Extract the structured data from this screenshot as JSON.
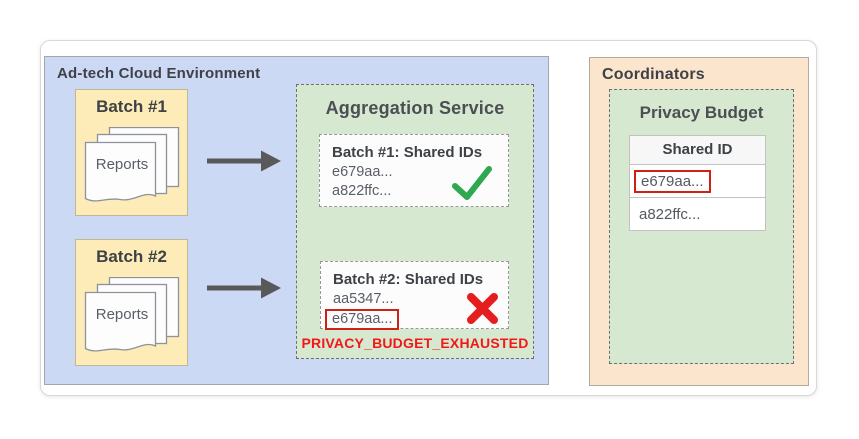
{
  "adtech": {
    "title": "Ad-tech Cloud Environment",
    "batches": [
      {
        "label": "Batch #1",
        "reports_label": "Reports"
      },
      {
        "label": "Batch #2",
        "reports_label": "Reports"
      }
    ],
    "aggregation": {
      "title": "Aggregation Service",
      "results": [
        {
          "title": "Batch #1: Shared IDs",
          "ids": [
            "e679aa...",
            "a822ffc..."
          ],
          "status": "success"
        },
        {
          "title": "Batch #2: Shared IDs",
          "ids": [
            "aa5347...",
            "e679aa..."
          ],
          "highlighted_id": "e679aa...",
          "status": "error"
        }
      ],
      "error_label": "PRIVACY_BUDGET_EXHAUSTED"
    }
  },
  "coordinators": {
    "title": "Coordinators",
    "privacy_budget": {
      "title": "Privacy Budget",
      "table": {
        "header": "Shared ID",
        "rows": [
          "e679aa...",
          "a822ffc..."
        ],
        "highlighted_row": "e679aa..."
      }
    }
  },
  "colors": {
    "adtech_bg": "#cbd9f5",
    "batch_bg": "#fdecb7",
    "service_bg": "#d7e8d1",
    "coordinators_bg": "#fbe5cd",
    "success_green": "#2fa84f",
    "error_red": "#e41e1e",
    "highlight_red": "#ce2015",
    "error_text_red": "#f21818",
    "arrow_gray": "#58595b"
  }
}
